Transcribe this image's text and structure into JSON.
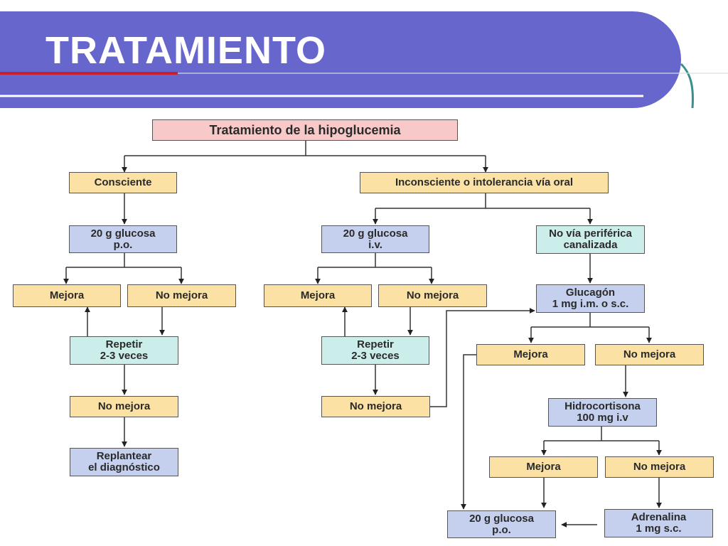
{
  "slide": {
    "title": "TRATAMIENTO",
    "colors": {
      "banner": "#6666cc",
      "accent_line": "#c8202a",
      "teal": "#3a8f8a"
    }
  },
  "diagram": {
    "root": "Tratamiento de la hipoglucemia",
    "conscious": {
      "label": "Consciente",
      "dose": "20 g glucosa\np.o.",
      "improves": "Mejora",
      "not_improves": "No mejora",
      "repeat": "Repetir\n2-3 veces",
      "not_improves_final": "No mejora",
      "replan": "Replantear\nel diagnóstico"
    },
    "unconscious": {
      "label": "Inconsciente o intolerancia vía oral",
      "iv": {
        "dose": "20 g glucosa\ni.v.",
        "improves": "Mejora",
        "not_improves": "No mejora",
        "repeat": "Repetir\n2-3 veces",
        "not_improves_final": "No mejora"
      },
      "no_iv": {
        "label": "No vía periférica\ncanalizada",
        "glucagon": "Glucagón\n1 mg i.m. o s.c.",
        "improves": "Mejora",
        "not_improves": "No mejora",
        "hydrocortisone": "Hidrocortisona\n100 mg i.v",
        "improves_2": "Mejora",
        "not_improves_2": "No mejora",
        "adrenaline": "Adrenalina\n1 mg s.c.",
        "oral_glucose": "20 g glucosa\np.o."
      }
    }
  }
}
